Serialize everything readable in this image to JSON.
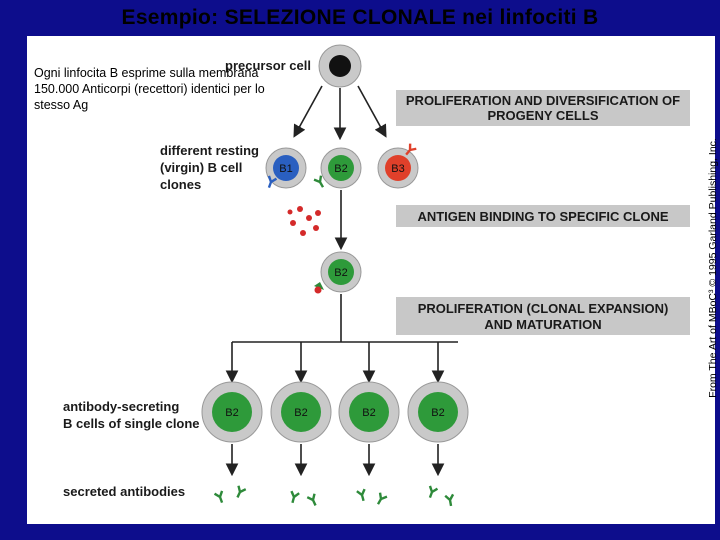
{
  "title": "Esempio: SELEZIONE CLONALE nei linfociti B",
  "note": "Ogni linfocita B esprime sulla membrana 150.000 Anticorpi (recettori) identici per lo stesso Ag",
  "credit": "From The Art of MBoC³ © 1995 Garland Publishing, Inc.",
  "labels": {
    "precursor": "precursor cell",
    "resting_1": "different resting",
    "resting_2": "(virgin) B cell",
    "resting_3": "clones",
    "secreting_1": "antibody-secreting",
    "secreting_2": "B cells of single clone",
    "secreted": "secreted antibodies"
  },
  "boxes": {
    "prolif_1": "PROLIFERATION AND DIVERSIFICATION OF",
    "prolif_2": "PROGENY CELLS",
    "antigen": "ANTIGEN BINDING TO SPECIFIC CLONE",
    "clonal_1": "PROLIFERATION (CLONAL EXPANSION)",
    "clonal_2": "AND MATURATION"
  },
  "cells": {
    "b1": "B1",
    "b2": "B2",
    "b3": "B3",
    "selected": "B2",
    "clone": [
      "B2",
      "B2",
      "B2",
      "B2"
    ]
  },
  "colors": {
    "b1": "#2a5fc0",
    "b2": "#2e9a3a",
    "b3": "#e0402a",
    "antigen": "#d42a2a",
    "antibody": "#2e8a3a",
    "box": "#c8c8c8"
  }
}
